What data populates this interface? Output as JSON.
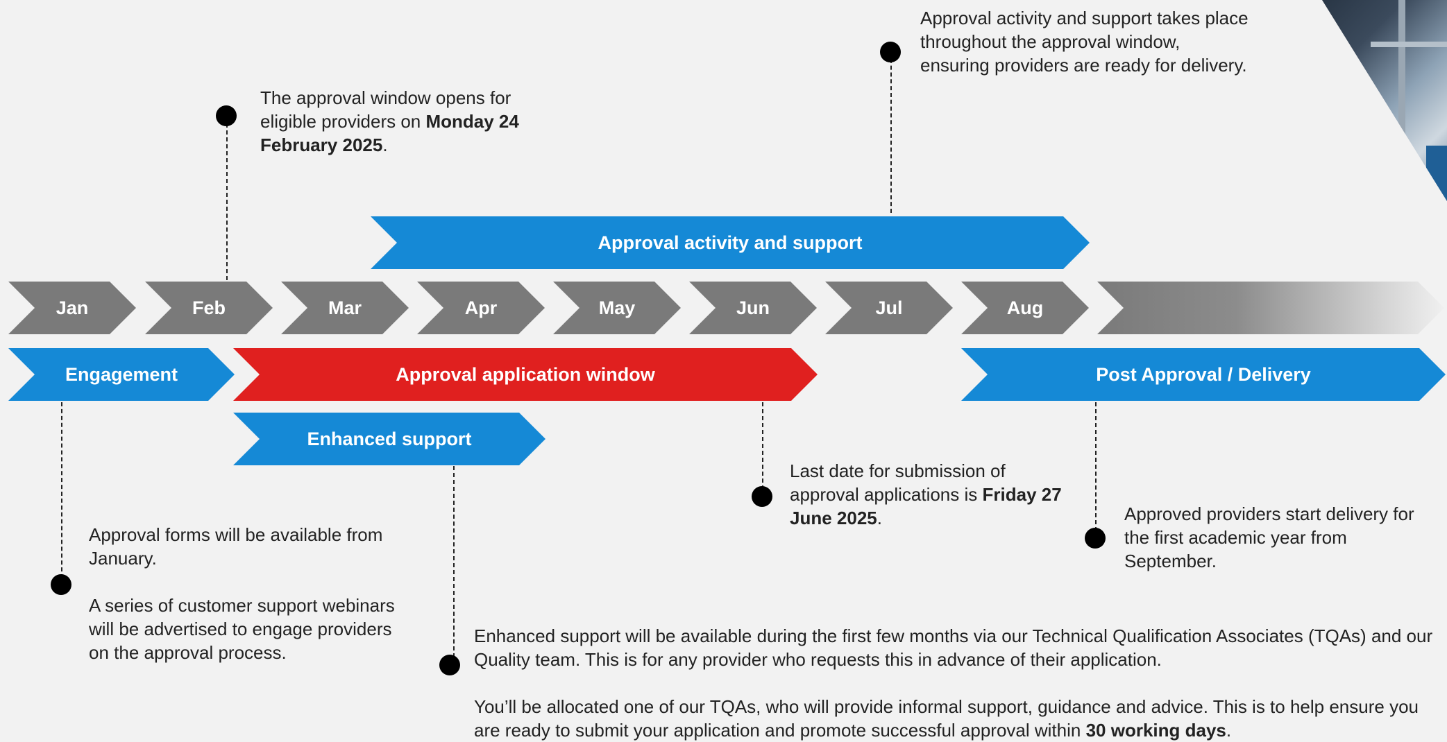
{
  "months": [
    "Jan",
    "Feb",
    "Mar",
    "Apr",
    "May",
    "Jun",
    "Jul",
    "Aug"
  ],
  "phases": {
    "approval_activity": "Approval activity and support",
    "engagement": "Engagement",
    "application_window": "Approval application window",
    "post_approval": "Post Approval / Delivery",
    "enhanced_support": "Enhanced support"
  },
  "notes": {
    "feb_text": "The approval window opens for eligible providers on ",
    "feb_bold": "Monday 24 February 2025",
    "feb_end": ".",
    "activity": "Approval activity and support takes place throughout the approval window, ensuring providers are ready for delivery.",
    "jan_1": "Approval forms will be available from January.",
    "jan_2": "A series of customer support webinars will be advertised to engage providers on the approval process.",
    "june_text": "Last date for submission of approval applications is ",
    "june_bold": "Friday 27 June 2025",
    "june_end": ".",
    "sept": "Approved providers start delivery for the first academic year from September.",
    "enhanced_1": "Enhanced support will be available during the first few months via our Technical Qualification Associates (TQAs) and our Quality team. This is for any provider who requests this in advance of their application.",
    "enhanced_2": "You’ll be allocated one of our TQAs, who will provide informal support, guidance and advice. This is to help ensure you are ready to submit your application and promote successful approval within ",
    "enhanced_bold": "30 working days",
    "enhanced_end": "."
  },
  "colors": {
    "blue": "#1589d6",
    "red": "#e0201f",
    "grey": "#7a7a7a",
    "background": "#f2f2f2"
  }
}
